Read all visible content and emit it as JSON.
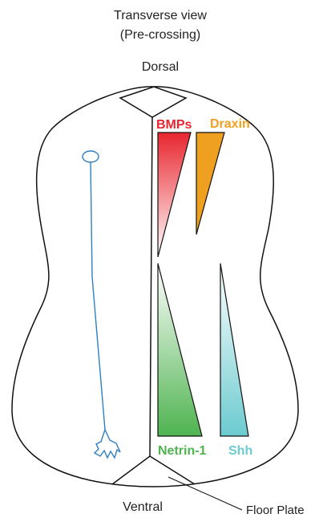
{
  "title_line1": "Transverse view",
  "title_line2": "(Pre-crossing)",
  "labels": {
    "dorsal": "Dorsal",
    "ventral": "Ventral",
    "floor_plate": "Floor Plate"
  },
  "gradients": {
    "bmps": {
      "label": "BMPs",
      "color": "#e8262f"
    },
    "draxin": {
      "label": "Draxin",
      "color": "#f0a020"
    },
    "netrin": {
      "label": "Netrin-1",
      "color": "#4fb350"
    },
    "shh": {
      "label": "Shh",
      "color": "#6ccbd0"
    }
  },
  "colors": {
    "outline": "#111111",
    "axon": "#2f7fc1"
  }
}
